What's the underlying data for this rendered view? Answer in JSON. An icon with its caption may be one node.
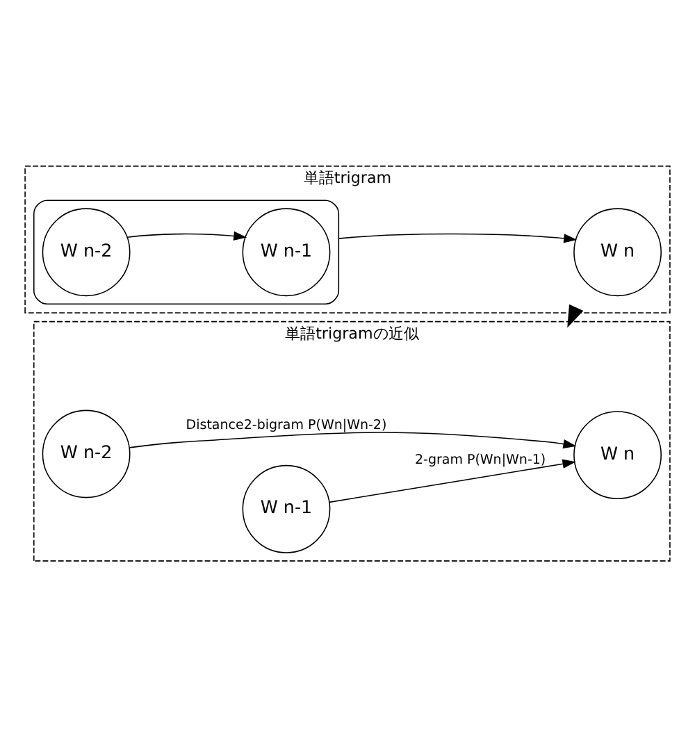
{
  "diagram": {
    "nodes": [
      {
        "text": [
          "単語trigram"
        ]
      },
      {
        "text": [],
        "shape": "box",
        "in": 0
      },
      {
        "text": [
          "W n-2"
        ],
        "in": 1
      },
      {
        "text": [
          "W n-1"
        ],
        "in": 1
      },
      {
        "text": [
          "W n"
        ],
        "in": 0
      },
      {
        "text": [
          "単語trigramの近似"
        ]
      },
      {
        "text": [
          "W n-2"
        ],
        "in": 5
      },
      {
        "text": [
          "W n-1"
        ],
        "in": 5
      },
      {
        "text": [
          "W n"
        ],
        "in": 5
      }
    ],
    "edges": [
      {
        "from": 2,
        "to": 3,
        "arrow": "to"
      },
      {
        "from": 1,
        "to": 4,
        "arrow": "to"
      },
      {
        "from": 0,
        "to": 5,
        "arrow": "to",
        "style": "thick"
      },
      {
        "from": 6,
        "to": 8,
        "arrow": "to",
        "label": "Distance2-bigram P(Wn|Wn-2)"
      },
      {
        "from": 7,
        "to": 8,
        "arrow": "to",
        "label": "2-gram P(Wn|Wn-1)"
      }
    ]
  }
}
